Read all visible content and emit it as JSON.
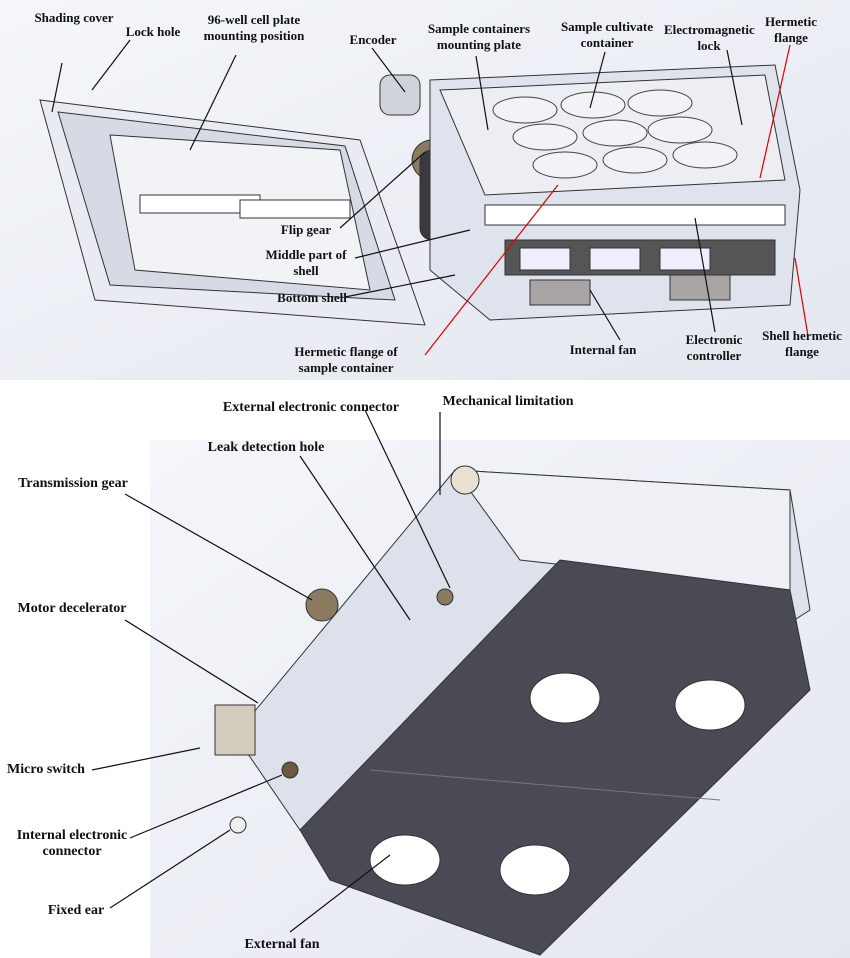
{
  "top_view": {
    "labels": {
      "shading_cover": "Shading cover",
      "lock_hole": "Lock hole",
      "well_plate_position": "96-well cell plate mounting position",
      "encoder": "Encoder",
      "mounting_plate": "Sample containers mounting plate",
      "cultivate_container": "Sample cultivate container",
      "electromagnetic_lock": "Electromagnetic lock",
      "hermetic_flange": "Hermetic flange",
      "flip_gear": "Flip gear",
      "middle_shell": "Middle part of shell",
      "bottom_shell": "Bottom shell",
      "sample_hermetic_flange": "Hermetic flange of sample container",
      "internal_fan": "Internal fan",
      "electronic_controller": "Electronic controller",
      "shell_hermetic_flange": "Shell hermetic flange"
    }
  },
  "bottom_view": {
    "labels": {
      "external_connector": "External electronic connector",
      "mechanical_limitation": "Mechanical limitation",
      "leak_detection_hole": "Leak detection hole",
      "transmission_gear": "Transmission gear",
      "motor_decelerator": "Motor decelerator",
      "micro_switch": "Micro switch",
      "internal_connector": "Internal electronic connector",
      "fixed_ear": "Fixed ear",
      "external_fan": "External fan"
    }
  },
  "colors": {
    "leader": "#111111",
    "red_leader": "#e00000",
    "body": "#dfe3ee",
    "dark_panel": "#4a4a55"
  }
}
